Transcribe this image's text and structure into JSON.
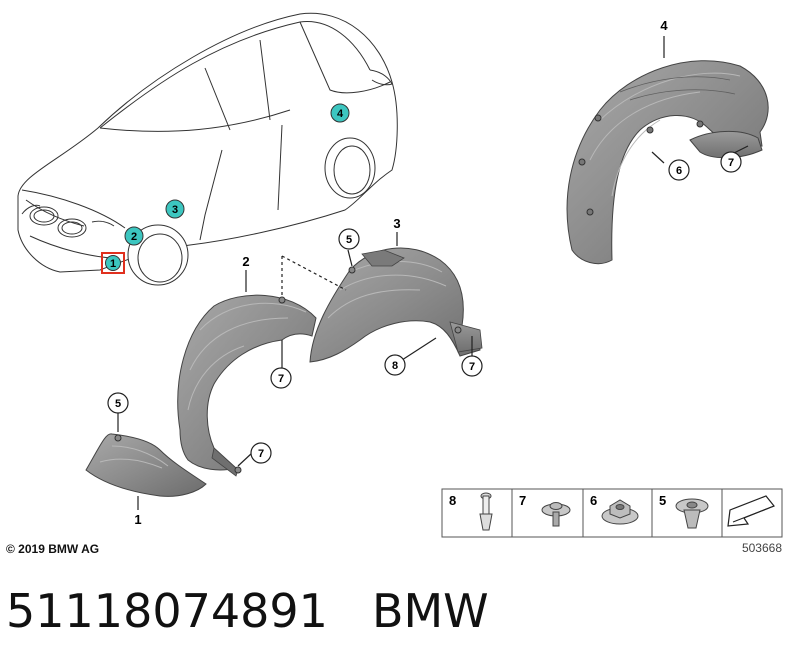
{
  "callouts": {
    "p1": "1",
    "p2": "2",
    "p3": "3",
    "p4": "4",
    "p5a": "5",
    "p5b": "5",
    "p6": "6",
    "p7a": "7",
    "p7b": "7",
    "p7c": "7",
    "p7d": "7",
    "p8": "8"
  },
  "car_markers": {
    "m1": "1",
    "m2": "2",
    "m3": "3",
    "m4": "4"
  },
  "legend": {
    "c8": "8",
    "c7": "7",
    "c6": "6",
    "c5": "5"
  },
  "diagram_number": "503668",
  "copyright": "© 2019 BMW AG",
  "part_number": "51118074891",
  "brand": "BMW",
  "colors": {
    "marker": "#3cc6c0",
    "marker_highlight": "#e0301e",
    "part": "#8f8f8f",
    "part_dark": "#6f6f6f"
  }
}
